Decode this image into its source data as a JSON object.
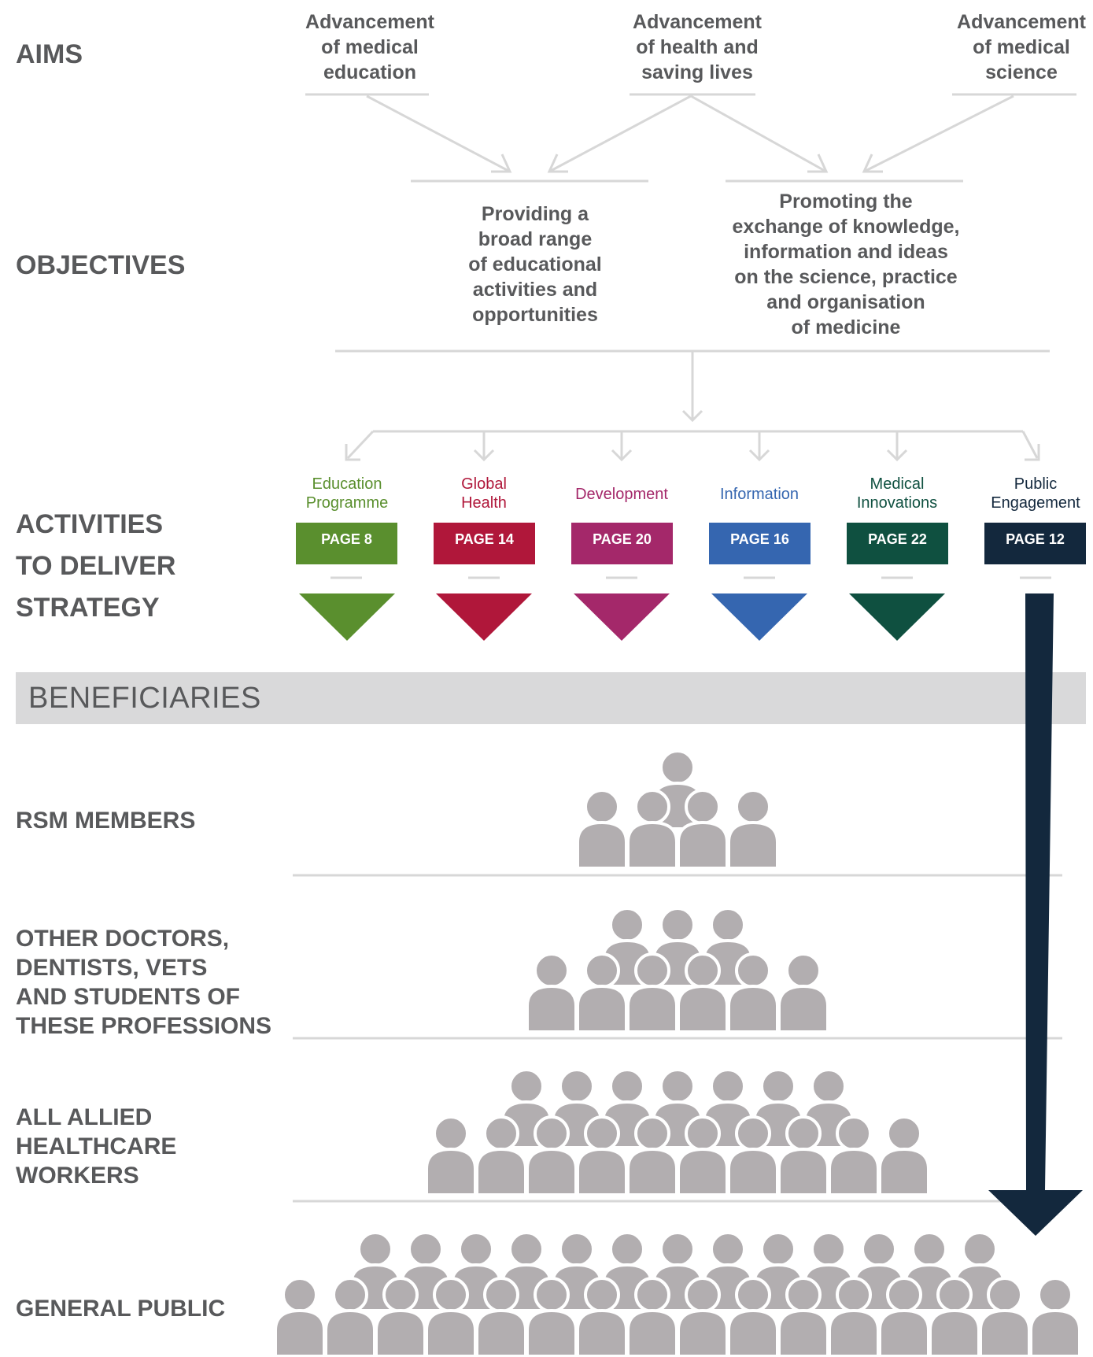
{
  "sections": {
    "aims": "AIMS",
    "objectives": "OBJECTIVES",
    "activities": "ACTIVITIES\nTO DELIVER\nSTRATEGY"
  },
  "aims": [
    {
      "text": "Advancement\nof medical\neducation"
    },
    {
      "text": "Advancement\nof health and\nsaving lives"
    },
    {
      "text": "Advancement\nof medical\nscience"
    }
  ],
  "objectives": [
    {
      "text": "Providing a\nbroad range\nof educational\nactivities and\nopportunities"
    },
    {
      "text": "Promoting the\nexchange of knowledge,\ninformation and ideas\non the science, practice\nand organisation\nof medicine"
    }
  ],
  "activities": [
    {
      "label": "Education\nProgramme",
      "page": "PAGE 8",
      "color": "#5a8f2e"
    },
    {
      "label": "Global\nHealth",
      "page": "PAGE 14",
      "color": "#b0173a"
    },
    {
      "label": "Development",
      "page": "PAGE 20",
      "color": "#a4286a"
    },
    {
      "label": "Information",
      "page": "PAGE 16",
      "color": "#3566b0"
    },
    {
      "label": "Medical\nInnovations",
      "page": "PAGE 22",
      "color": "#0f5040"
    },
    {
      "label": "Public\nEngagement",
      "page": "PAGE 12",
      "color": "#13283d"
    }
  ],
  "beneficiaries": {
    "heading": "BENEFICIARIES",
    "groups": [
      {
        "label": "RSM MEMBERS"
      },
      {
        "label": "OTHER DOCTORS,\nDENTISTS, VETS\nAND STUDENTS OF\nTHESE PROFESSIONS"
      },
      {
        "label": "ALL ALLIED\nHEALTHCARE\nWORKERS"
      },
      {
        "label": "GENERAL PUBLIC"
      }
    ]
  },
  "colors": {
    "text": "#58595b",
    "connector": "#d7d7d7",
    "person": "#b2aeb0",
    "band": "#d9d9da",
    "big_arrow": "#13283d"
  },
  "icons": [
    "person-icon",
    "down-arrow-icon",
    "triangle-arrow-icon"
  ]
}
